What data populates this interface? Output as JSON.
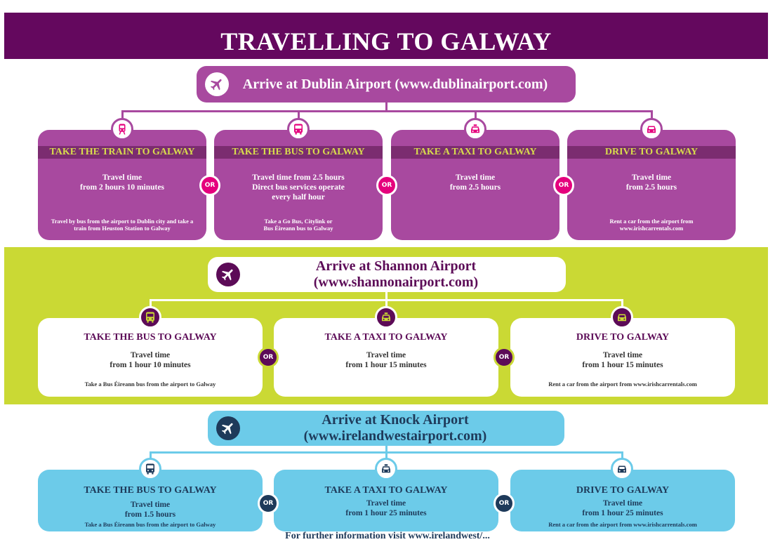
{
  "title": "TRAVELLING TO GALWAY",
  "colors": {
    "purple_dark": "#64085e",
    "dublin_card": "#a8499f",
    "dublin_band": "#7b2c70",
    "dublin_yellow": "#d8dc4c",
    "magenta": "#e5007d",
    "lime": "#cad934",
    "shannon_text": "#5c0b57",
    "knock_blue": "#6ccbe9",
    "knock_navy": "#1e3a5a"
  },
  "dublin": {
    "airport": "Arrive at Dublin Airport (www.dublinairport.com)",
    "or": "OR",
    "options": [
      {
        "title": "TAKE THE TRAIN TO GALWAY",
        "time_l1": "Travel time",
        "time_l2": "from 2 hours 10 minutes",
        "time_l3": "",
        "desc_l1": "Travel by bus from the airport to Dublin city and take a",
        "desc_l2": "train from Heuston Station to Galway",
        "icon": "train-icon"
      },
      {
        "title": "TAKE THE BUS TO GALWAY",
        "time_l1": "Travel time from 2.5 hours",
        "time_l2": "Direct bus services operate",
        "time_l3": "every half hour",
        "desc_l1": "Take a Go Bus, Citylink or",
        "desc_l2": "Bus Éireann bus to Galway",
        "icon": "bus-icon"
      },
      {
        "title": "TAKE A TAXI TO GALWAY",
        "time_l1": "Travel time",
        "time_l2": "from 2.5 hours",
        "time_l3": "",
        "desc_l1": "",
        "desc_l2": "",
        "icon": "taxi-icon"
      },
      {
        "title": "DRIVE TO GALWAY",
        "time_l1": "Travel time",
        "time_l2": "from 2.5 hours",
        "time_l3": "",
        "desc_l1": "Rent a car from the airport from",
        "desc_l2": "www.irishcarrentals.com",
        "icon": "car-icon"
      }
    ]
  },
  "shannon": {
    "airport": "Arrive at Shannon Airport (www.shannonairport.com)",
    "or": "OR",
    "options": [
      {
        "title": "TAKE THE BUS TO GALWAY",
        "time_l1": "Travel time",
        "time_l2": "from 1 hour 10 minutes",
        "desc": "Take a Bus Éireann bus from the airport to Galway",
        "icon": "bus-icon"
      },
      {
        "title": "TAKE A TAXI TO GALWAY",
        "time_l1": "Travel time",
        "time_l2": "from 1 hour 15 minutes",
        "desc": "",
        "icon": "taxi-icon"
      },
      {
        "title": "DRIVE TO GALWAY",
        "time_l1": "Travel time",
        "time_l2": "from 1 hour 15 minutes",
        "desc": "Rent a car from the airport from www.irishcarrentals.com",
        "icon": "car-icon"
      }
    ]
  },
  "knock": {
    "airport": "Arrive at Knock Airport (www.irelandwestairport.com)",
    "or": "OR",
    "options": [
      {
        "title": "TAKE THE BUS TO GALWAY",
        "time_l1": "Travel time",
        "time_l2": "from 1.5 hours",
        "desc": "Take a Bus Éireann bus from the airport to Galway",
        "icon": "bus-icon"
      },
      {
        "title": "TAKE A TAXI TO GALWAY",
        "time_l1": "Travel time",
        "time_l2": "from 1 hour 25 minutes",
        "desc": "",
        "icon": "taxi-icon"
      },
      {
        "title": "DRIVE TO GALWAY",
        "time_l1": "Travel time",
        "time_l2": "from 1 hour 25 minutes",
        "desc": "Rent a car from the airport from www.irishcarrentals.com",
        "icon": "car-icon"
      }
    ]
  },
  "footer": "For further information visit www.irelandwest/..."
}
